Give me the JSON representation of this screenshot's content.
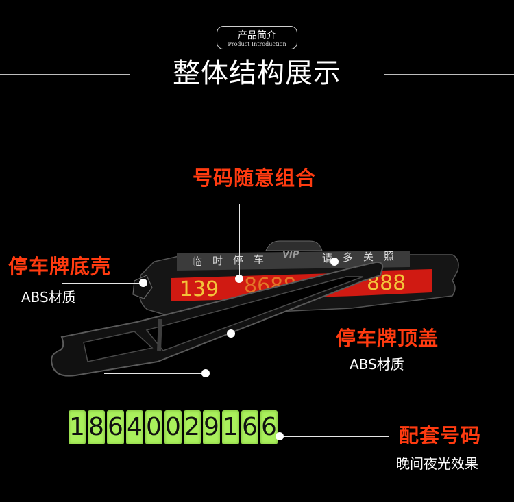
{
  "header": {
    "badge_cn": "产品简介",
    "badge_en": "Product Introduction",
    "title": "整体结构展示"
  },
  "callouts": {
    "number_combo": "号码随意组合",
    "bottom_shell": {
      "title": "停车牌底壳",
      "material": "ABS材质"
    },
    "top_cover": {
      "title": "停车牌顶盖",
      "material": "ABS材质"
    },
    "digits_set": {
      "title": "配套号码",
      "note": "晚间夜光效果"
    }
  },
  "plate": {
    "top_label_chars": [
      "临",
      "时",
      "停",
      "车",
      "请",
      "多",
      "关",
      "照"
    ],
    "vip_tab": "VIP",
    "number_left": "139",
    "number_middle": "8688",
    "number_right": "888"
  },
  "glow_digits": [
    "1",
    "8",
    "6",
    "4",
    "0",
    "0",
    "2",
    "9",
    "1",
    "6",
    "6"
  ],
  "colors": {
    "background": "#000000",
    "callout_red": "#ff3b10",
    "plate_red": "#d01a12",
    "plate_number": "#f3c33a",
    "glow_green": "#a9f05c"
  }
}
